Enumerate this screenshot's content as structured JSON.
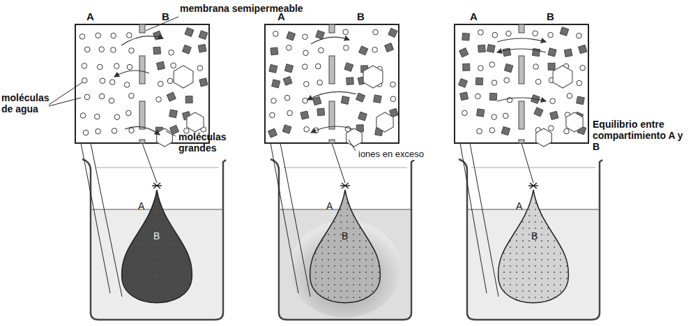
{
  "diagram": {
    "labels": [
      "membrana semipermeable",
      "A",
      "B",
      "A",
      "B",
      "A",
      "B",
      "moléculas de agua",
      "moléculas grandes",
      "iones en exceso",
      "Equilibrio entre compartimiento A y B",
      "A",
      "B",
      "A",
      "B",
      "A",
      "B"
    ]
  }
}
